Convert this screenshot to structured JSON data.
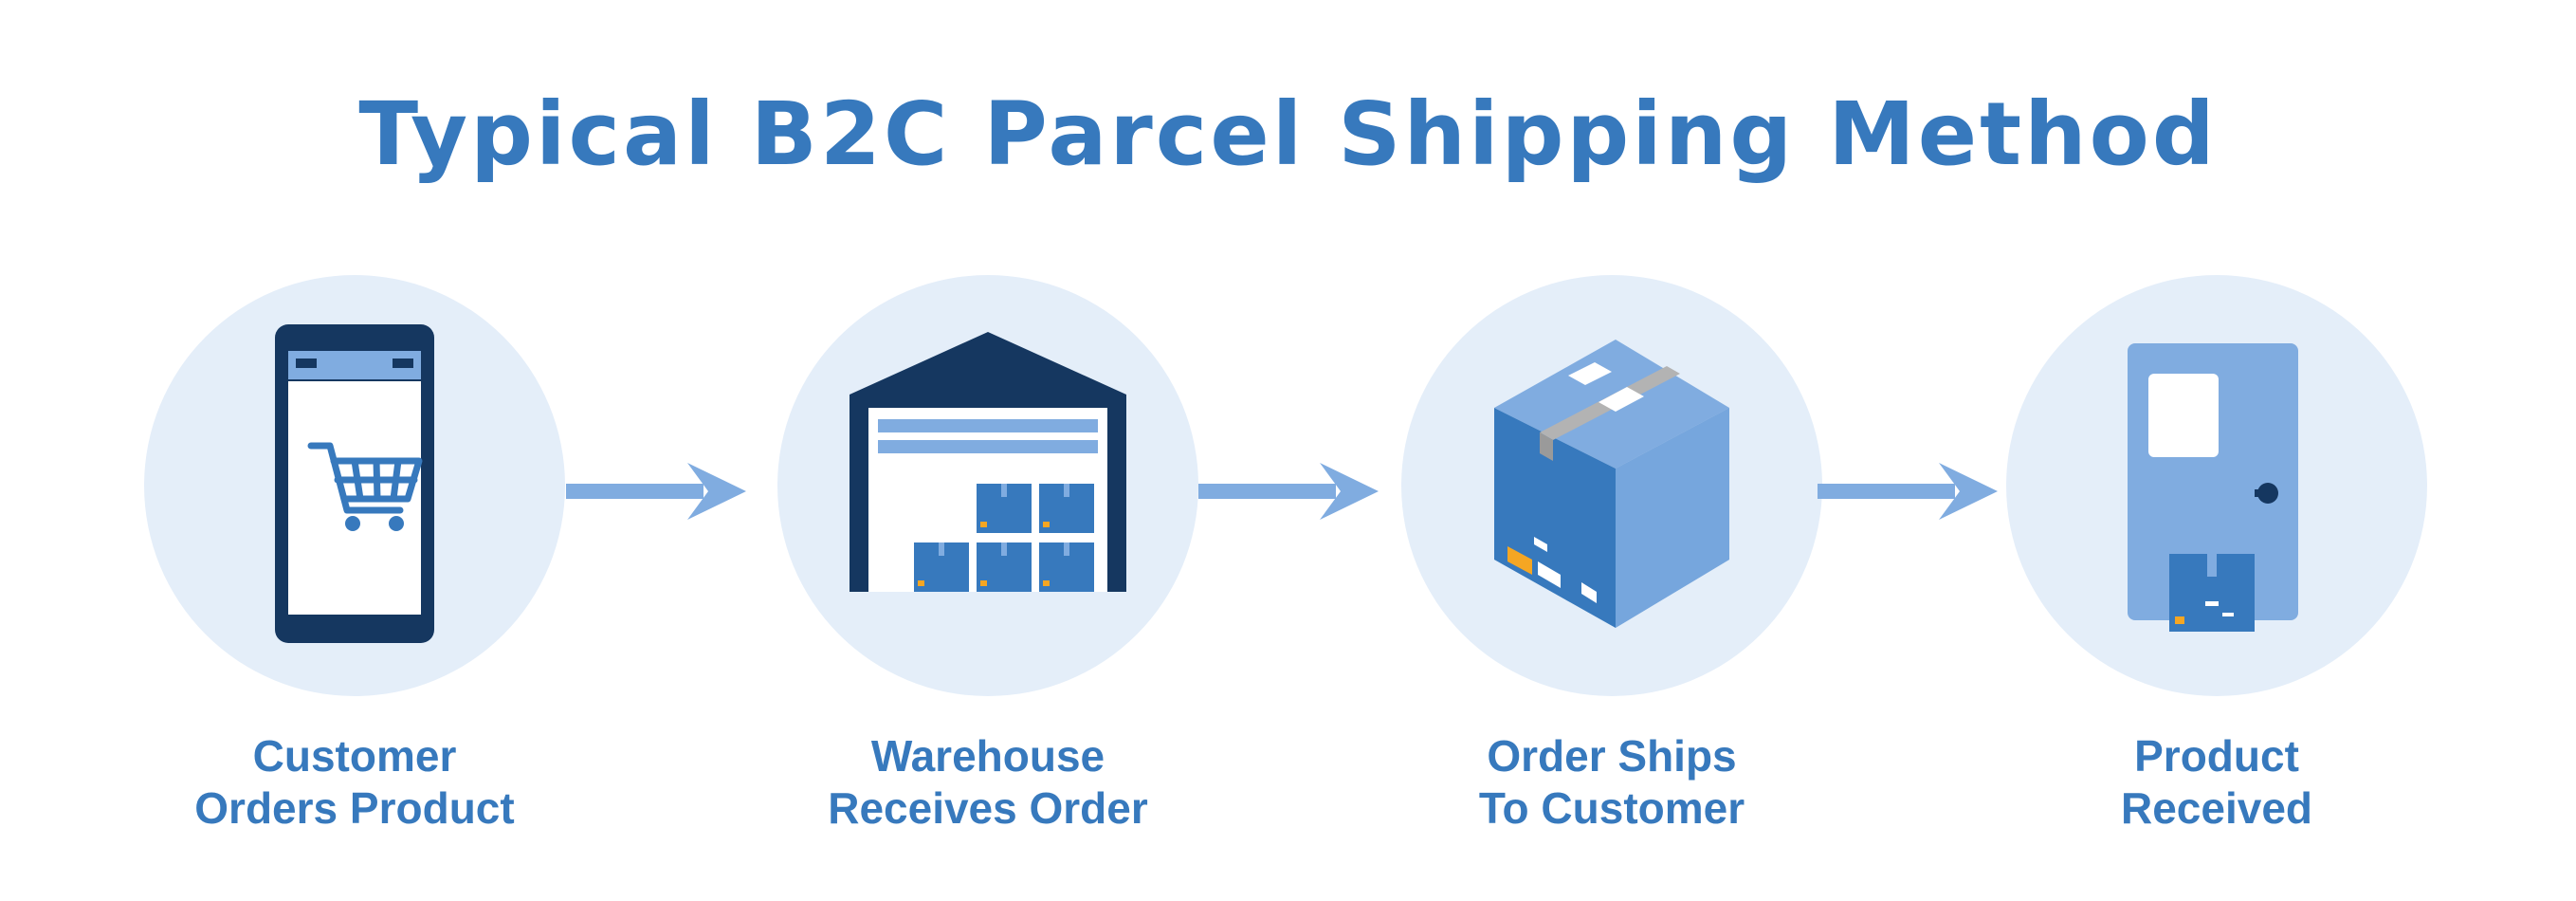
{
  "title": "Typical B2C Parcel Shipping Method",
  "colors": {
    "title": "#3779bd",
    "circle": "#e4eef9",
    "navy": "#153760",
    "mid_blue": "#3779bd",
    "light_blue": "#80ace0",
    "box_orange": "#f5a623"
  },
  "steps": [
    {
      "icon": "smartphone-cart-icon",
      "label_line1": "Customer",
      "label_line2": "Orders Product"
    },
    {
      "icon": "warehouse-icon",
      "label_line1": "Warehouse",
      "label_line2": "Receives Order"
    },
    {
      "icon": "parcel-box-icon",
      "label_line1": "Order Ships",
      "label_line2": "To Customer"
    },
    {
      "icon": "door-parcel-icon",
      "label_line1": "Product",
      "label_line2": "Received"
    }
  ],
  "connectors": [
    "arrow-right-icon",
    "arrow-right-icon",
    "arrow-right-icon"
  ]
}
